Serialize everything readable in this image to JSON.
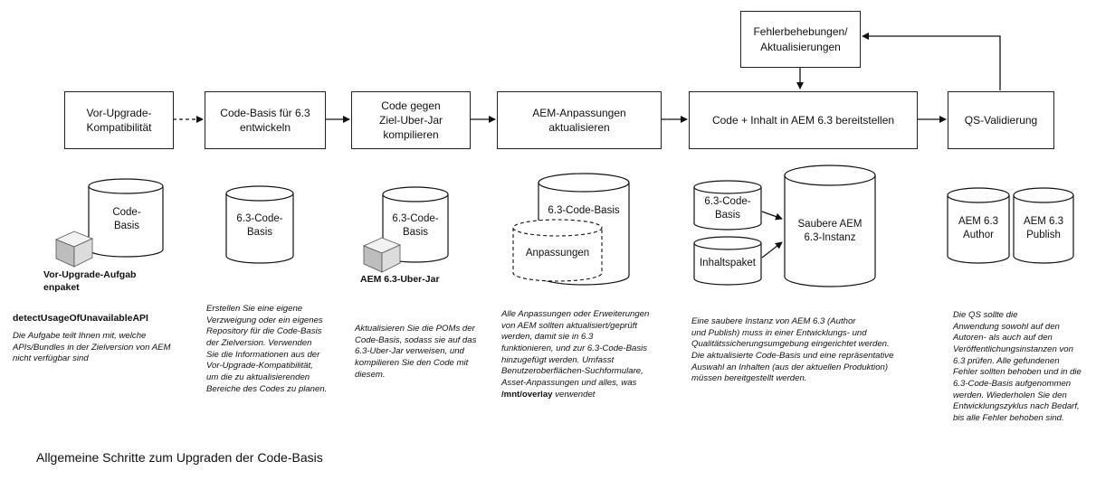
{
  "steps": {
    "s1": "Vor-Upgrade-\nKompatibilität",
    "s2": "Code-Basis für 6.3\nentwickeln",
    "s3": "Code gegen\nZiel-Uber-Jar\nkompilieren",
    "s4": "AEM-Anpassungen\naktualisieren",
    "s5": "Code + Inhalt in AEM 6.3 bereitstellen",
    "s6": "QS-Validierung",
    "fix": "Fehlerbehebungen/\nAktualisierungen"
  },
  "icons": {
    "codebasis": "Code-\nBasis",
    "package_label": "Vor-Upgrade-Aufgab\nenpaket",
    "cb63_a": "6.3-Code-\nBasis",
    "cb63_b": "6.3-Code-\nBasis",
    "uberjar_label": "AEM 6.3-Uber-Jar",
    "cb63_c": "6.3-Code-Basis",
    "anpassungen": "Anpassungen",
    "cb63_d": "6.3-Code-\nBasis",
    "inhaltspaket": "Inhaltspaket",
    "saubere": "Saubere AEM\n6.3-Instanz",
    "author": "AEM 6.3\nAuthor",
    "publish": "AEM 6.3\nPublish"
  },
  "descriptions": {
    "d1_title": "detectUsageOfUnavailableAPI",
    "d1": "Die Aufgabe teilt Ihnen mit, welche\nAPIs/Bundles in der Zielversion von AEM\nnicht verfügbar sind",
    "d2": "Erstellen Sie eine eigene\nVerzweigung oder ein eigenes\nRepository für die Code-Basis\nder Zielversion. Verwenden\nSie die Informationen aus der\nVor-Upgrade-Kompatibilität,\num die zu aktualisierenden\nBereiche des Codes zu planen.",
    "d3": "Aktualisieren Sie die POMs der\nCode-Basis, sodass sie auf das\n6.3-Uber-Jar verweisen, und\nkompilieren Sie den Code mit\ndiesem.",
    "d4a": "Alle Anpassungen oder Erweiterungen\nvon AEM sollten aktualisiert/geprüft\nwerden, damit sie in 6.3\nfunktionieren, und zur 6.3-Code-Basis\nhinzugefügt werden. Umfasst\nBenutzeroberflächen-Suchformulare,\nAsset-Anpassungen und alles, was",
    "d4b": "/mnt/overlay",
    "d4c": " verwendet",
    "d5": "Eine saubere Instanz von AEM 6.3 (Author\nund Publish) muss in einer Entwicklungs- und\nQualitätssicherungsumgebung eingerichtet werden.\nDie aktualisierte Code-Basis und eine repräsentative\nAuswahl an Inhalten (aus der aktuellen Produktion)\nmüssen bereitgestellt werden.",
    "d6": "Die QS sollte die\nAnwendung sowohl auf den\nAutoren- als auch auf den\nVeröffentlichungsinstanzen von\n6.3 prüfen. Alle gefundenen\nFehler sollten behoben und in die\n6.3-Code-Basis aufgenommen\nwerden. Wiederholen Sie den\nEntwicklungszyklus nach Bedarf,\nbis alle Fehler behoben sind."
  },
  "caption": "Allgemeine Schritte zum Upgraden der Code-Basis"
}
